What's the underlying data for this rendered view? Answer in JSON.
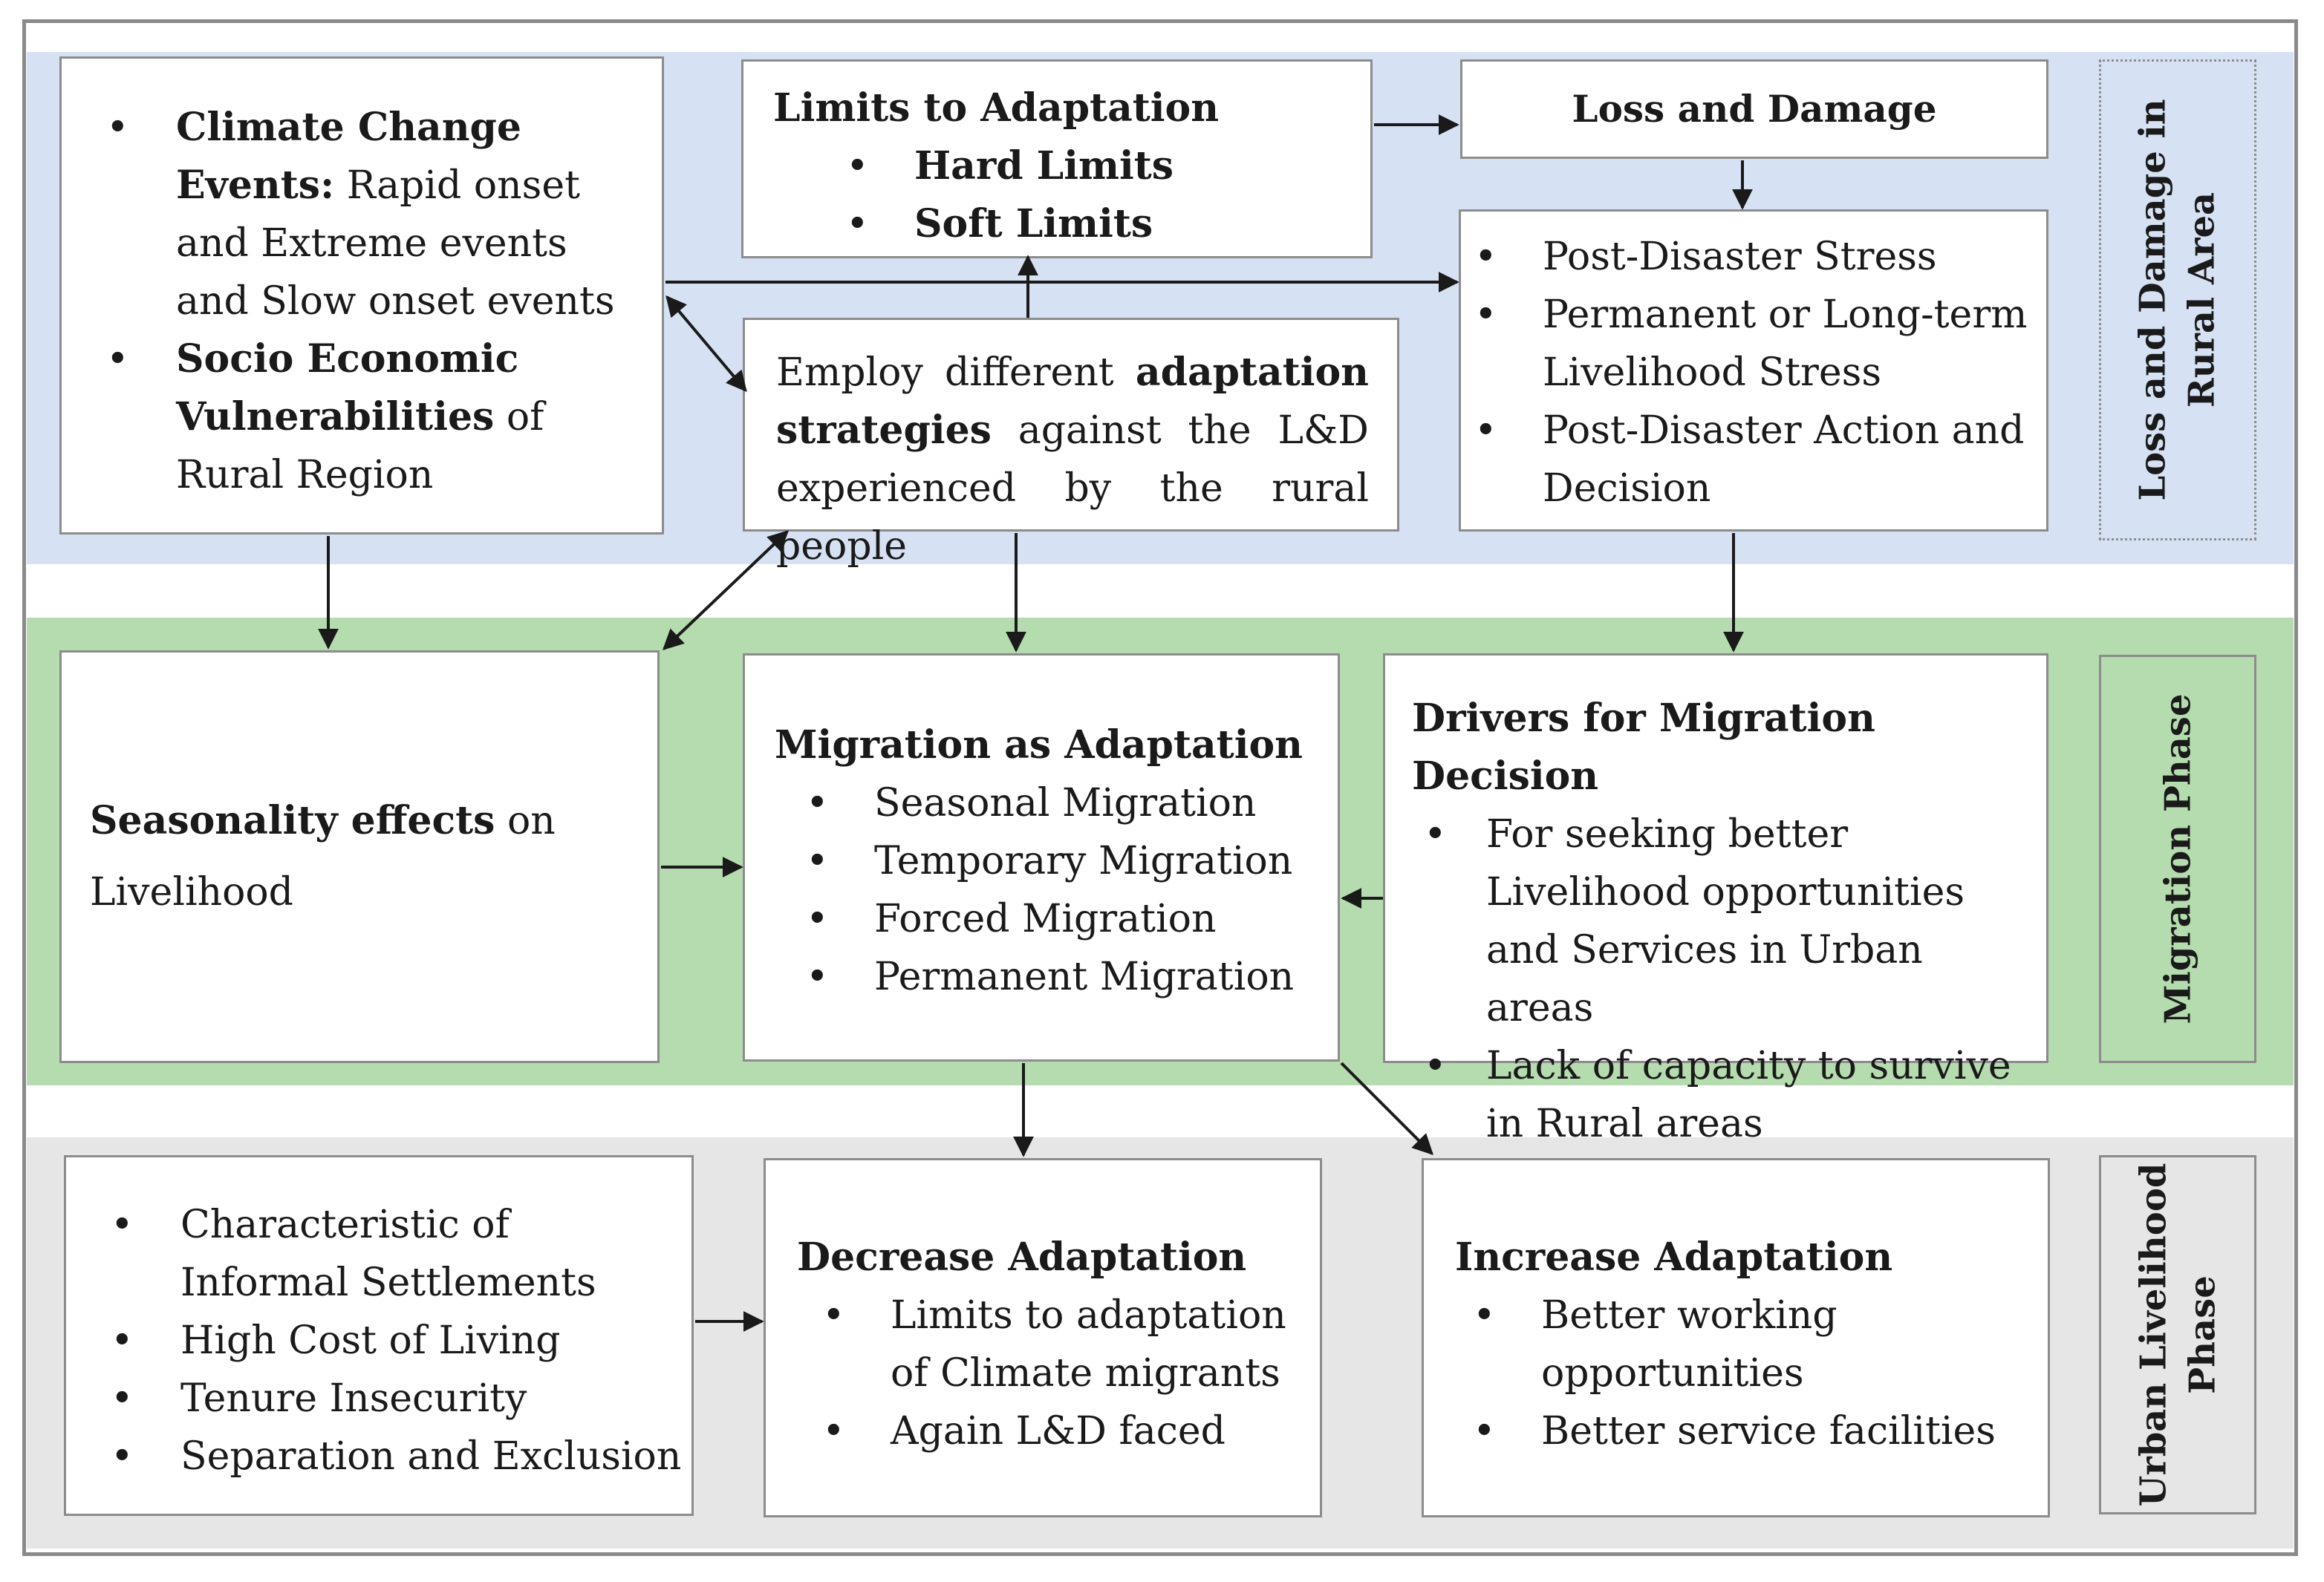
{
  "phases": {
    "rural": "Loss and Damage in\nRural Area",
    "migration": "Migration Phase",
    "urban": "Urban Livelihood\nPhase"
  },
  "climate": {
    "b1_bold": "Climate Change Events:",
    "b1_text": " Rapid onset and Extreme events and Slow onset events",
    "b2_bold": "Socio Economic Vulnerabilities",
    "b2_text": " of Rural Region"
  },
  "limits": {
    "title": "Limits to Adaptation",
    "items": [
      "Hard Limits",
      "Soft Limits"
    ]
  },
  "loss_damage": {
    "title": "Loss and Damage"
  },
  "post_disaster": {
    "items": [
      "Post-Disaster Stress",
      "Permanent or Long-term Livelihood Stress",
      "Post-Disaster Action and Decision"
    ]
  },
  "strategies": {
    "pre": "Employ different ",
    "bold": "adaptation strategies",
    "post": " against the L&D experienced by the rural people"
  },
  "seasonality": {
    "bold": "Seasonality effects",
    "text": " on Livelihood"
  },
  "migration_adaptation": {
    "title": "Migration as Adaptation",
    "items": [
      "Seasonal Migration",
      "Temporary Migration",
      "Forced Migration",
      "Permanent Migration"
    ]
  },
  "drivers": {
    "title": "Drivers for Migration Decision",
    "items": [
      "For seeking better Livelihood opportunities and Services in Urban areas",
      "Lack of capacity to survive in Rural areas"
    ]
  },
  "informal": {
    "items": [
      "Characteristic of Informal Settlements",
      "High Cost of Living",
      "Tenure Insecurity",
      "Separation and Exclusion"
    ]
  },
  "decrease": {
    "title": "Decrease Adaptation",
    "items": [
      "Limits to adaptation of Climate migrants",
      "Again L&D faced"
    ]
  },
  "increase": {
    "title": "Increase Adaptation",
    "items": [
      "Better working opportunities",
      "Better service facilities"
    ]
  }
}
